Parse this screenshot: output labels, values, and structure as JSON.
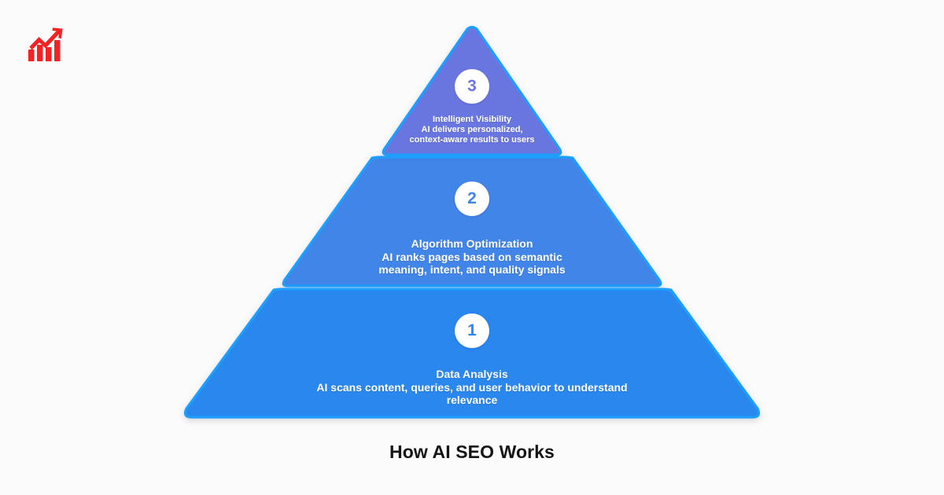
{
  "background_color": "#fbfbfc",
  "logo": {
    "name": "growth-chart-logo",
    "color": "#f42222",
    "description": "red bar chart with rising arrow"
  },
  "caption": {
    "text": "How AI SEO Works",
    "color": "#151515"
  },
  "diagram": {
    "type": "pyramid",
    "tier_count": 3,
    "stroke_color": "#1a9fff",
    "tiers": [
      {
        "number": "3",
        "title": "Intelligent Visibility",
        "description": "AI delivers personalized, context-aware results to users",
        "fill_color": "#6b76e0",
        "badge_text_color": "#6b76e0",
        "text_color": "#ffffff",
        "position": "top"
      },
      {
        "number": "2",
        "title": "Algorithm Optimization",
        "description": "AI ranks pages based on semantic meaning, intent, and quality signals",
        "fill_color": "#4285e8",
        "badge_text_color": "#4285e8",
        "text_color": "#ffffff",
        "position": "middle"
      },
      {
        "number": "1",
        "title": "Data Analysis",
        "description": "AI scans content, queries, and user behavior to understand relevance",
        "fill_color": "#2b87ee",
        "badge_text_color": "#2b87ee",
        "text_color": "#ffffff",
        "position": "bottom"
      }
    ]
  }
}
